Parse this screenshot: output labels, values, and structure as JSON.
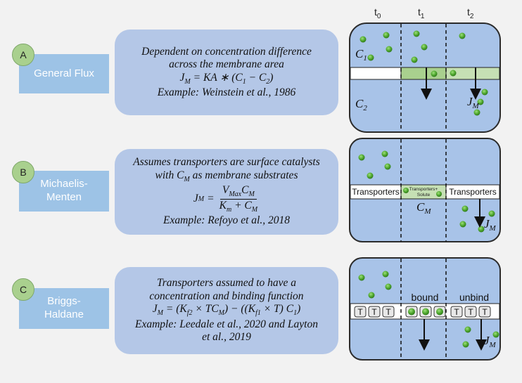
{
  "time_labels": [
    {
      "base": "t",
      "sub": "0"
    },
    {
      "base": "t",
      "sub": "1"
    },
    {
      "base": "t",
      "sub": "2"
    }
  ],
  "rows": [
    {
      "letter": "A",
      "name_lines": [
        "General Flux"
      ],
      "desc_line1": "Dependent on concentration difference",
      "desc_line2": "across the membrane area",
      "eq_lhs": "J",
      "eq_lhs_sub": "M",
      "eq_rhs": " = KA ∗ (C",
      "eq_rhs_sub1": "1",
      "eq_rhs_mid": " − C",
      "eq_rhs_sub2": "2",
      "eq_rhs_end": ")",
      "example_lines": [
        "Example: Weinstein et al., 1986"
      ]
    },
    {
      "letter": "B",
      "name_lines": [
        "Michaelis-",
        "Menten"
      ],
      "desc_line1": "Assumes transporters are surface catalysts",
      "desc_line2_pre": "with C",
      "desc_line2_sub": "M",
      "desc_line2_post": " as membrane substrates",
      "eq_lhs": "J",
      "eq_lhs_sub": "M",
      "eq_num": "V",
      "eq_num_sub": "Max",
      "eq_num2": "C",
      "eq_num2_sub": "M",
      "eq_den": "K",
      "eq_den_sub": "m",
      "eq_den2": " + C",
      "eq_den2_sub": "M",
      "example_lines": [
        "Example: Refoyo et al., 2018"
      ]
    },
    {
      "letter": "C",
      "name_lines": [
        "Briggs-",
        "Haldane"
      ],
      "desc_line1": "Transporters assumed to have a",
      "desc_line2": "concentration and binding function",
      "eq_text": "= (K",
      "eq_lhs": "J",
      "eq_lhs_sub": "M",
      "eq_p1_sub": "f2",
      "eq_p2": " × TC",
      "eq_p2_sub": "M",
      "eq_p3": ") − ((K",
      "eq_p3_sub": "f1",
      "eq_p4": " × T)  C",
      "eq_p4_sub": "1",
      "eq_p5": ")",
      "example_lines": [
        "Example: Leedale et al., 2020 and Layton",
        "et al., 2019"
      ]
    }
  ],
  "panel_a": {
    "c1": {
      "base": "C",
      "sub": "1"
    },
    "c2": {
      "base": "C",
      "sub": "2"
    },
    "jm": {
      "base": "J",
      "sub": "M"
    }
  },
  "panel_b": {
    "transporters_left": "Transporters",
    "transporters_right": "Transporters",
    "complex_line1": "Transporters+",
    "complex_line2": "Solute",
    "cm": {
      "base": "C",
      "sub": "M"
    },
    "jm": {
      "base": "J",
      "sub": "M"
    }
  },
  "panel_c": {
    "t_label": "T",
    "bound": "bound",
    "unbind": "unbind",
    "jm": {
      "base": "J",
      "sub": "M"
    }
  },
  "colors": {
    "panel_fill": "#a8c3e8",
    "membrane_green": "#c6e0b4",
    "dot_green": "#4ea72e",
    "name_box": "#9dc3e6",
    "desc_box": "#b4c7e7",
    "letter_circle": "#a9d08e"
  }
}
